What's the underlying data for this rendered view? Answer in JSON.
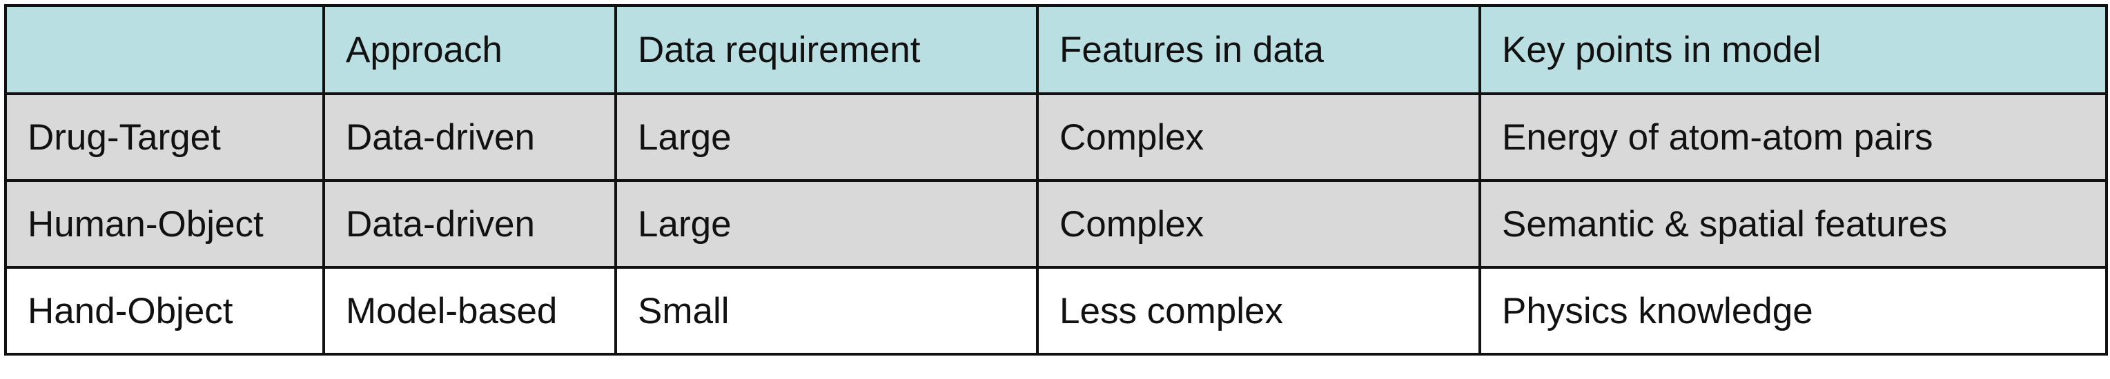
{
  "header": [
    "",
    "Approach",
    "Data requirement",
    "Features in data",
    "Key points in model"
  ],
  "rows": [
    [
      "Drug-Target",
      "Data-driven",
      "Large",
      "Complex",
      "Energy of atom-atom pairs"
    ],
    [
      "Human-Object",
      "Data-driven",
      "Large",
      "Complex",
      "Semantic & spatial features"
    ],
    [
      "Hand-Object",
      "Model-based",
      "Small",
      "Less complex",
      "Physics knowledge"
    ]
  ],
  "colors": {
    "header_bg": "#badfe2",
    "shaded_row_bg": "#d9d9d9",
    "plain_row_bg": "#ffffff",
    "border": "#111111"
  }
}
